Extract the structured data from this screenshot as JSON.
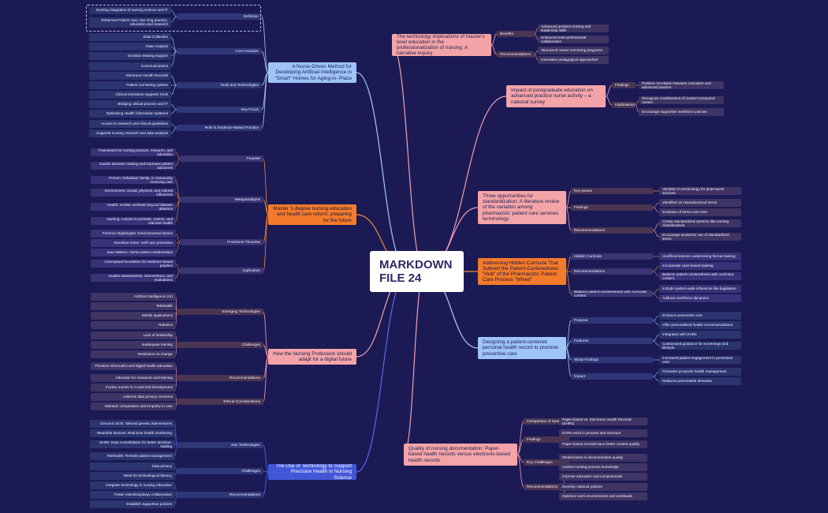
{
  "root": {
    "title": "MARKDOWN FILE 24"
  },
  "branches": [
    {
      "title": "A Nurse-Driven Method for Developing Artificial Intelligence in \"Smart\" Homes for Aging-in- Place",
      "children": [
        {
          "label": "Definition",
          "children": [
            "Nursing integration of nursing science  and IT",
            "Enhances Patient care, Nur sing practice, education and research"
          ]
        },
        {
          "label": "Core Function",
          "children": [
            "Data Collection",
            "Data Analysis",
            "Decision Making Support",
            "Communications"
          ]
        },
        {
          "label": "Tools and Technologies",
          "children": [
            "Electronic Health Records",
            "Patient monitoring system",
            "Clinical Decisions supports Tools"
          ]
        },
        {
          "label": "Key Focus",
          "children": [
            "Bridging clinical practice and IT",
            "Optimizing Health information systems"
          ]
        },
        {
          "label": "Role in Evidence-Based Practice",
          "children": [
            "Access to research and clinical  guidelines",
            "Supports nursing research and data analysis"
          ]
        }
      ]
    },
    {
      "title": "Master 's degree nursing education and health care reform: preparing for the future",
      "children": [
        {
          "label": "Purpose",
          "children": [
            "Framework for nursing practice, research, and education",
            "Guides decision-making and improves patient outcomes"
          ]
        },
        {
          "label": "Metaparadigms",
          "children": [
            "Person: Individual, family, or community receiving care",
            "Environment: Social, physical, and cultural influences",
            "Health: Holistic wellness beyond disease absence",
            "Nursing: Actions to promote, restore, and maintain health"
          ]
        },
        {
          "label": "Prominent Theorists",
          "children": [
            "Florence Nightingale: Environmental factors",
            "Dorothea Orem: Self-care promotion",
            "Jean Watson: Nurse-patient relationships"
          ]
        },
        {
          "label": "Application",
          "children": [
            "Conceptual foundation for evidence-based practice",
            "Guides assessments, interventions, and evaluations"
          ]
        }
      ]
    },
    {
      "title": "How the Nursing Profession should adapt for a digital future",
      "children": [
        {
          "label": "Emerging Technologies",
          "children": [
            "Artificial Intelligence (AI)",
            "Telehealth",
            "Mobile applications",
            "Robotics"
          ]
        },
        {
          "label": "Challenges",
          "children": [
            "Lack of leadership",
            "Inadequate training",
            "Resistance to change"
          ]
        },
        {
          "label": "Recommendations",
          "children": [
            "Prioritize informatics and digital health education",
            "Advocate for resources and training",
            "Involve nurses in AI and tool development"
          ]
        },
        {
          "label": "Ethical Considerations",
          "children": [
            "Address data privacy concerns",
            "Maintain compassion and empathy in care"
          ]
        }
      ]
    },
    {
      "title": "The Use of Technology to Support Precision Health in Nursing Science",
      "children": [
        {
          "label": "Key Technologies",
          "children": [
            "Genomic tools: Tailored genetic interventions",
            "Wearable devices: Real-time health monitoring",
            "EHRs: Data consolidation for better decision-making",
            "Telehealth: Remote patient management"
          ]
        },
        {
          "label": "Challenges",
          "children": [
            "Data privacy",
            "Need for technological literacy"
          ]
        },
        {
          "label": "Recommendations",
          "children": [
            "Integrate technology in nursing education",
            "Foster interdisciplinary collaboration",
            "Establish supportive policies"
          ]
        }
      ]
    },
    {
      "title": "The technology implications of master's level education in the professionalization of nursing: A narrative inquiry",
      "children": [
        {
          "label": "Benefits",
          "children": [
            "Advanced problem-solving and leadership skills",
            "Enhanced inter-professional collaboration"
          ]
        },
        {
          "label": "Recommendations",
          "children": [
            "Structured career mentoring programs",
            "Innovative pedagogical approaches"
          ]
        }
      ]
    },
    {
      "title": "Impact of postgraduate education on advanced practice nurse activity – a national survey",
      "children": [
        {
          "label": "Findings",
          "children": [
            "Positive correlation between education and advanced practice"
          ]
        },
        {
          "label": "Implications",
          "children": [
            "Recognize contributions of master's-prepared nurses",
            "Encourage supportive workforce policies"
          ]
        }
      ]
    },
    {
      "title": "Three opportunities for standardization: A literature review of the variation among pharmacists' patient care services terminology",
      "children": [
        {
          "label": "Key Issues",
          "children": [
            "Variation in terminology for pharmacist services"
          ]
        },
        {
          "label": "Findings",
          "children": [
            "Identified 15 misunderstood terms",
            "Evolution of terms over time"
          ]
        },
        {
          "label": "Recommendations",
          "children": [
            "Create standardized systems like nursing classifications",
            "Encourage academic use of standardized terms"
          ]
        }
      ]
    },
    {
      "title": "Addressing Hidden Curricula That Subvert the Patient-Centeredness \"Hub\" of the Pharmacists' Patient Care Process \"Wheel\"",
      "children": [
        {
          "label": "Hidden Curricula",
          "children": [
            "Unofficial lessons undermining formal training"
          ]
        },
        {
          "label": "Recommendations",
          "children": [
            "Incorporate case-based training",
            "Balance patient-centeredness with curricular content"
          ]
        },
        {
          "label": "Balance patient-centeredness with curricular content",
          "children": [
            "Include system-wide influences like legislation",
            "Address workforce dynamics"
          ]
        }
      ]
    },
    {
      "title": "Designing a patient-centered personal health record to promote preventive care",
      "children": [
        {
          "label": "Purpose",
          "children": [
            "Enhance preventive care",
            "Offer personalized health recommendations"
          ]
        },
        {
          "label": "Features",
          "children": [
            "Integrated with EHRs",
            "Customized guidance for screenings and lifestyle"
          ]
        },
        {
          "label": "Study Findings",
          "children": [
            "Increased patient engagement in preventive care"
          ]
        },
        {
          "label": "Impact",
          "children": [
            "Promotes proactive health management",
            "Reduces preventable diseases"
          ]
        }
      ]
    },
    {
      "title": "Quality of nursing documentation: Paper-based health records versus electronic-based health records",
      "children": [
        {
          "label": "Comparison of Systems",
          "children": [
            "Paper-based vs. Electronic Health Records (EHRs)"
          ]
        },
        {
          "label": "Findings",
          "children": [
            "EHRs excel in process and structure",
            "Paper-based records have better content quality"
          ]
        },
        {
          "label": "Key Challenges",
          "children": [
            "Weaknesses in documentation quality",
            "Limited nursing process knowledge"
          ]
        },
        {
          "label": "Recommendations",
          "children": [
            "Improve education and competencies",
            "Develop national policies",
            "Optimize work environments and workloads"
          ]
        }
      ]
    }
  ],
  "colors": {
    "background": "#1b1a55",
    "link": "#c9ccff"
  }
}
